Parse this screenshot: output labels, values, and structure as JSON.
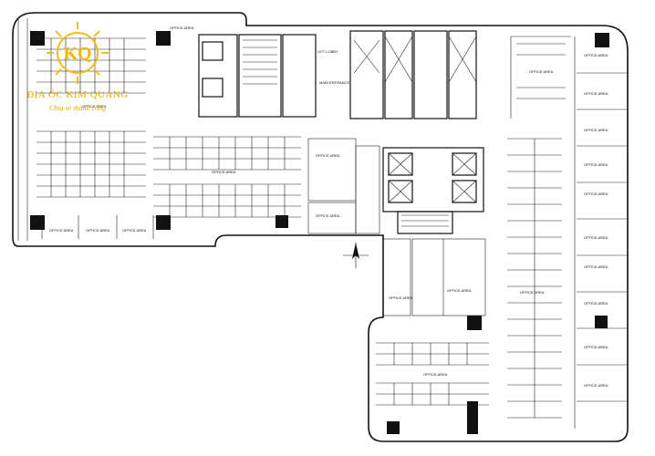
{
  "logo": {
    "title": "ĐỊA ỐC KIM QUANG",
    "tagline": "Chia sẻ thành công",
    "letters": "KQ",
    "accent_color": "#f2b705"
  },
  "labels": {
    "office_area": "OFFICE AREA",
    "lift_lobby": "LIFT LOBBY",
    "main_entrance": "MAIN ENTRANCE",
    "north": "N"
  },
  "colors": {
    "ink": "#111111",
    "paper": "#ffffff"
  }
}
